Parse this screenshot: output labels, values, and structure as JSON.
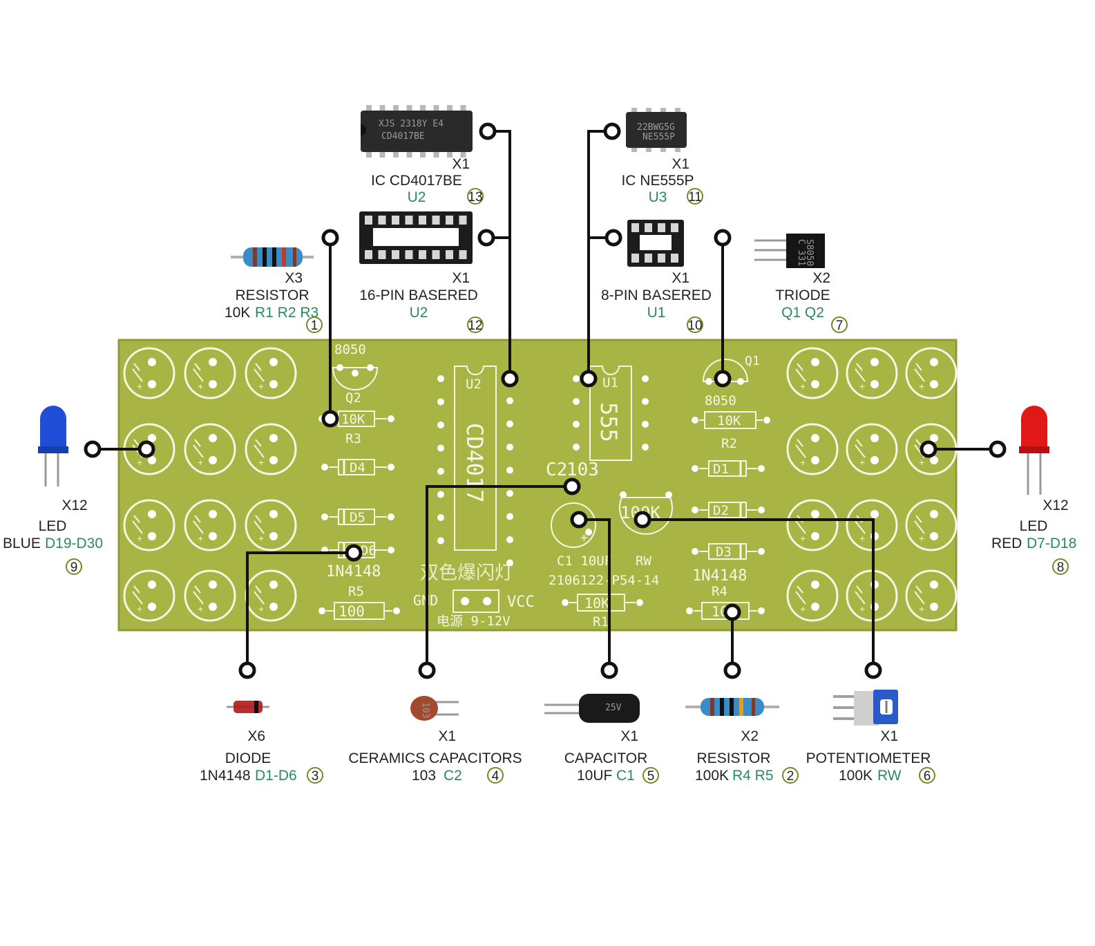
{
  "colors": {
    "pcb": "#a8b545",
    "pcb_edge": "#8e9a35",
    "silkscreen": "#f4f7e4",
    "line": "#111111",
    "ref_text": "#2a8a5a",
    "circle_number": "#6f8a2a",
    "led_blue": "#1f4fd6",
    "led_red": "#e01818"
  },
  "components": [
    {
      "id": "cd4017",
      "qty": "X1",
      "name": "IC CD4017BE",
      "refs": "U2",
      "number": "13",
      "icon": "dip16-ic-icon"
    },
    {
      "id": "ne555",
      "qty": "X1",
      "name": "IC NE555P",
      "refs": "U3",
      "number": "11",
      "icon": "dip8-ic-icon"
    },
    {
      "id": "socket16",
      "qty": "X1",
      "name": "16-PIN BASERED",
      "refs": "U2",
      "number": "12",
      "icon": "dip16-socket-icon"
    },
    {
      "id": "socket8",
      "qty": "X1",
      "name": "8-PIN BASERED",
      "refs": "U1",
      "number": "10",
      "icon": "dip8-socket-icon"
    },
    {
      "id": "resistor10k",
      "qty": "X3",
      "name": "RESISTOR",
      "value": "10K",
      "refs": "R1 R2 R3",
      "number": "1",
      "icon": "resistor-icon"
    },
    {
      "id": "triode",
      "qty": "X2",
      "name": "TRIODE",
      "refs": "Q1 Q2",
      "number": "7",
      "icon": "transistor-icon"
    },
    {
      "id": "led_blue",
      "qty": "X12",
      "name": "LED",
      "value": "BLUE",
      "refs": "D19-D30",
      "number": "9",
      "icon": "blue-led-icon"
    },
    {
      "id": "led_red",
      "qty": "X12",
      "name": "LED",
      "value": "RED",
      "refs": "D7-D18",
      "number": "8",
      "icon": "red-led-icon"
    },
    {
      "id": "diode",
      "qty": "X6",
      "name": "DIODE",
      "value": "1N4148",
      "refs": "D1-D6",
      "number": "3",
      "icon": "diode-icon"
    },
    {
      "id": "ceramic",
      "qty": "X1",
      "name": "CERAMICS CAPACITORS",
      "value": "103",
      "refs": "C2",
      "number": "4",
      "icon": "ceramic-capacitor-icon"
    },
    {
      "id": "capacitor",
      "qty": "X1",
      "name": "CAPACITOR",
      "value": "10UF",
      "refs": "C1",
      "number": "5",
      "icon": "electrolytic-capacitor-icon"
    },
    {
      "id": "resistor100k",
      "qty": "X2",
      "name": "RESISTOR",
      "value": "100K",
      "refs": "R4 R5",
      "number": "2",
      "icon": "resistor-icon"
    },
    {
      "id": "pot",
      "qty": "X1",
      "name": "POTENTIOMETER",
      "value": "100K",
      "refs": "RW",
      "number": "6",
      "icon": "potentiometer-icon"
    }
  ],
  "chip_markings": {
    "cd4017_line1": "XJS 2318Y E4",
    "cd4017_line2": "CD4017BE",
    "ne555_line1": "22BWG5G",
    "ne555_line2": "NE555P",
    "transistor": "S8050",
    "transistor_line2": "C 331",
    "ceramic": "103",
    "electrolytic": "25V"
  },
  "pcb": {
    "q2_type": "8050",
    "q2_ref": "Q2",
    "r3_value": "10K",
    "r3_ref": "R3",
    "d4": "D4",
    "d5": "D5",
    "d6": "D6",
    "diode_type_left": "1N4148",
    "r5_ref": "R5",
    "r5_value": "100",
    "u2_ref": "U2",
    "u2_chip": "CD4017",
    "u1_ref": "U1",
    "u1_chip": "555",
    "c2_ref": "C2",
    "c2_value": "103",
    "c1_label": "C1 10UF",
    "rw_value": "100K",
    "rw_ref": "RW",
    "title_cn": "双色爆闪灯",
    "gnd": "GND",
    "vcc": "VCC",
    "power": "电源 9-12V",
    "date_code": "2106122-P54-14",
    "r1_value": "10K",
    "r1_ref": "R1",
    "q1_ref": "Q1",
    "q1_type": "8050",
    "r2_value": "10K",
    "r2_ref": "R2",
    "d1": "D1",
    "d2": "D2",
    "d3": "D3",
    "diode_type_right": "1N4148",
    "r4_ref": "R4",
    "r4_value": "100"
  }
}
